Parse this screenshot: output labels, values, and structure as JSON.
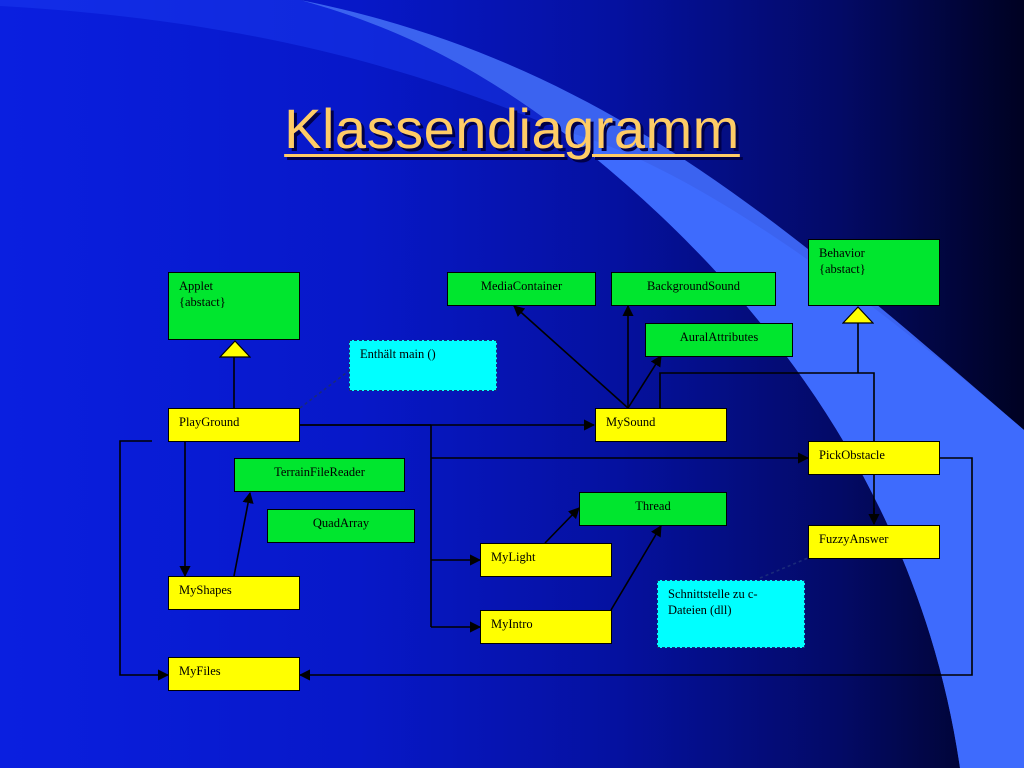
{
  "title": "Klassendiagramm",
  "classes": {
    "applet": "Applet\n{abstact}",
    "media_container": "MediaContainer",
    "background_sound": "BackgroundSound",
    "behavior": "Behavior\n{abstact}",
    "aural_attributes": "AuralAttributes",
    "playground": "PlayGround",
    "mysound": "MySound",
    "pick_obstacle": "PickObstacle",
    "terrain_file_reader": "TerrainFileReader",
    "quad_array": "QuadArray",
    "thread": "Thread",
    "mylight": "MyLight",
    "fuzzy_answer": "FuzzyAnswer",
    "myshapes": "MyShapes",
    "myintro": "MyIntro",
    "myfiles": "MyFiles"
  },
  "notes": {
    "main": "Enthält main  ()",
    "interface": "Schnittstelle zu c-\nDateien (dll)"
  },
  "colors": {
    "library_class": "#00e62e",
    "own_class": "#ffff00",
    "note": "#00ffff",
    "title": "#ffcc66"
  }
}
